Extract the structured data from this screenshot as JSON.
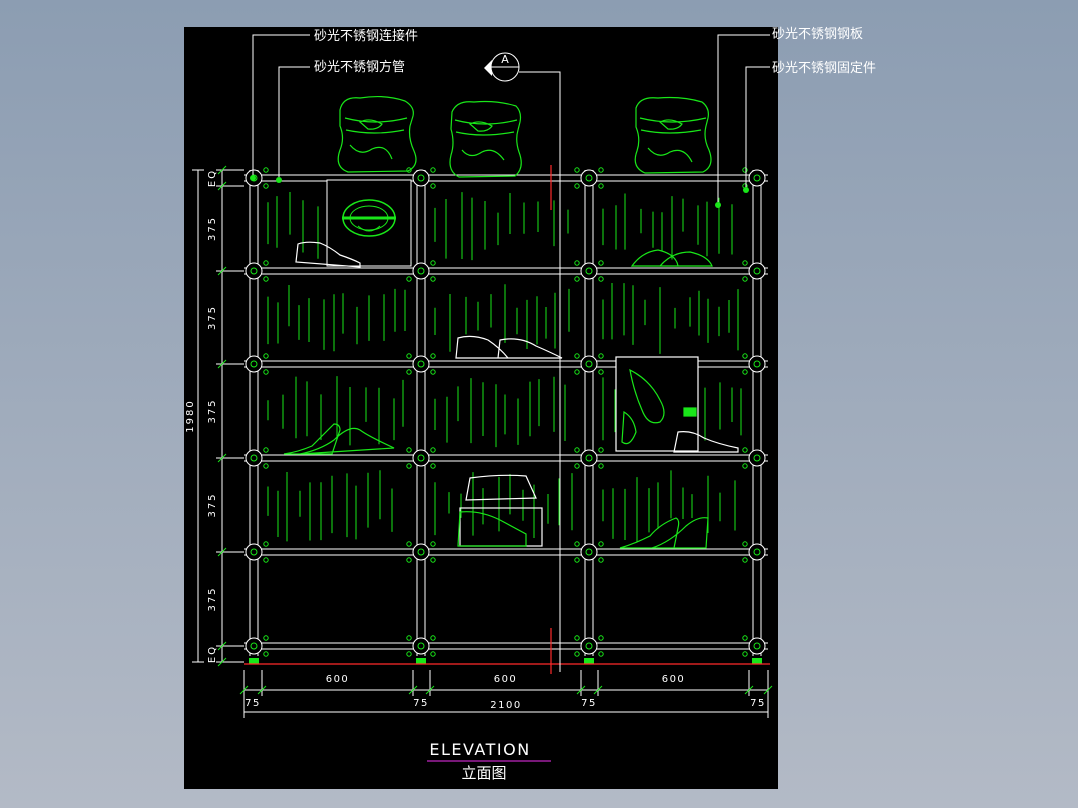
{
  "colors": {
    "background_page": "#8c9db2",
    "sheet": "#000000",
    "frame": "#ffffff",
    "shoe_lines": "#19e619",
    "leader": "#ffffff",
    "dimension": "#ffffff",
    "centerline": "#ff2a2a",
    "underline": "#c026c0"
  },
  "callouts": {
    "connector": "砂光不锈钢连接件",
    "square_tube": "砂光不锈钢方管",
    "plate": "砂光不锈钢钢板",
    "fixing": "砂光不锈钢固定件"
  },
  "section_marker": "A",
  "dimensions": {
    "total_height": "1980",
    "shelf_spacing": [
      "EQ",
      "375",
      "375",
      "375",
      "375",
      "375",
      "EQ"
    ],
    "bay_widths": [
      "600",
      "600",
      "600"
    ],
    "post_widths": [
      "75",
      "75",
      "75",
      "75"
    ],
    "total_width": "2100"
  },
  "title": {
    "english": "ELEVATION",
    "chinese": "立面图"
  }
}
